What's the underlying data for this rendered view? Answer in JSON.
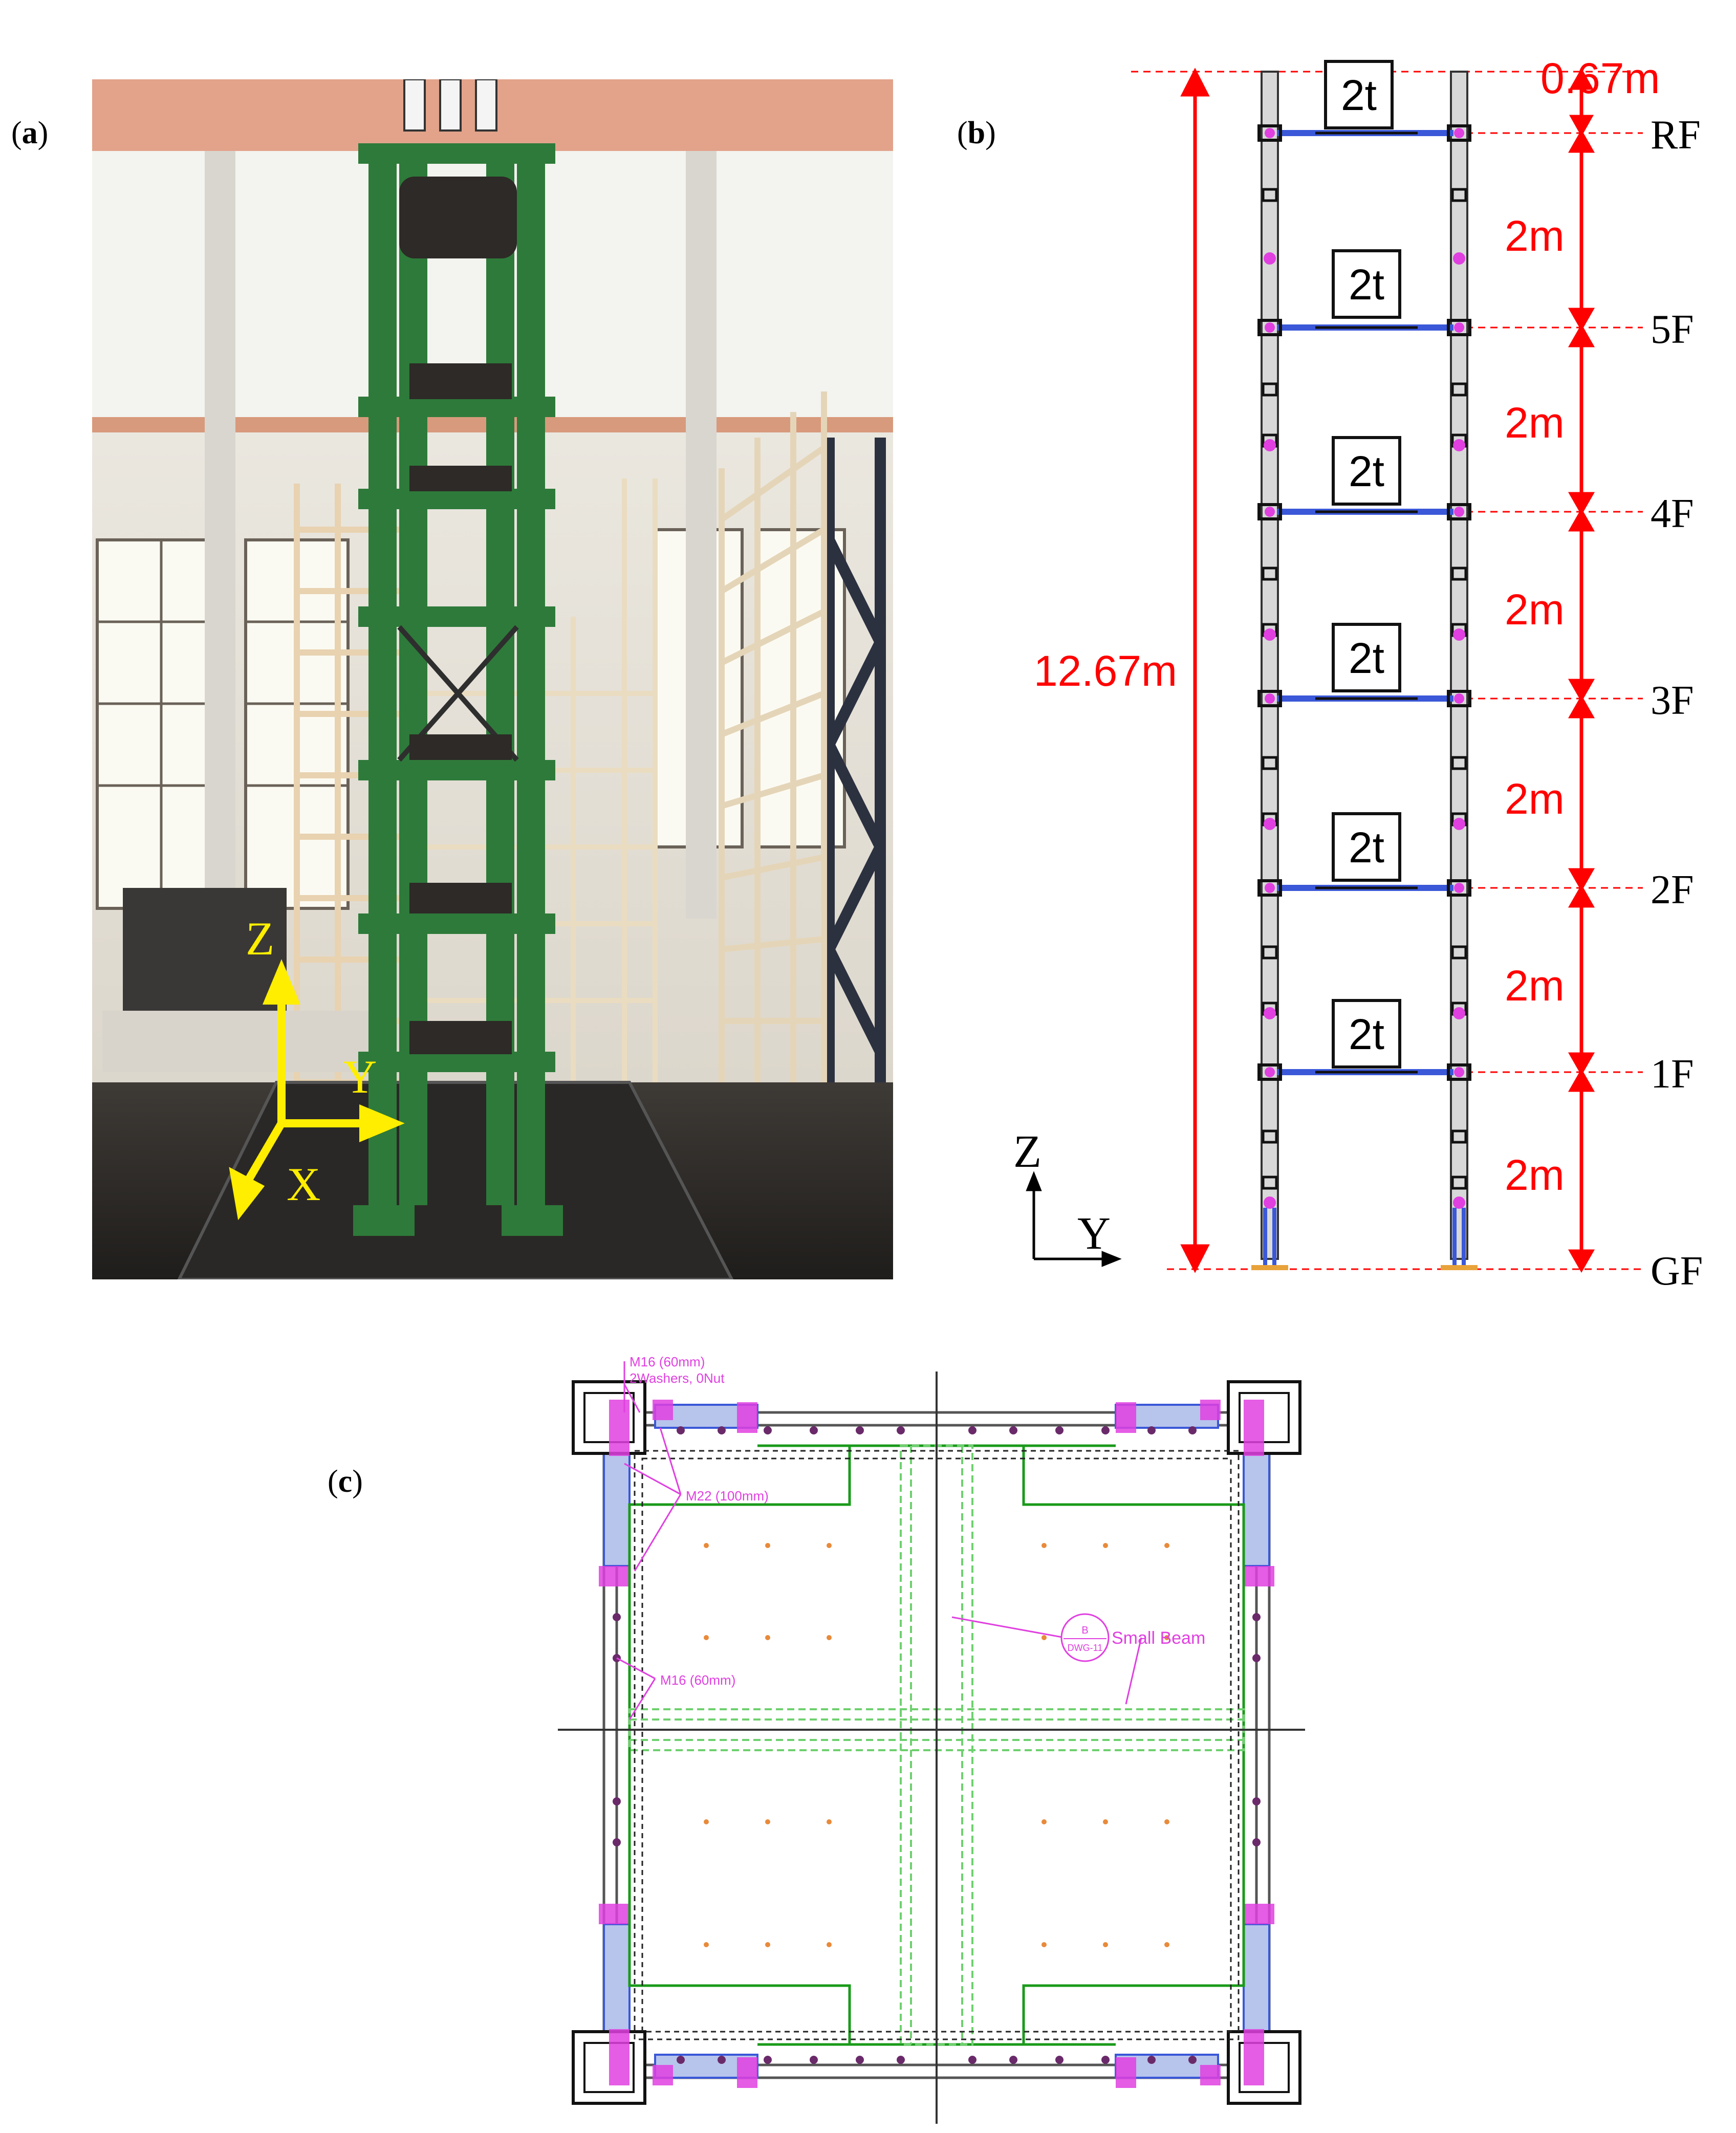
{
  "panels": {
    "a": {
      "label": "a"
    },
    "b": {
      "label": "b"
    },
    "c": {
      "label": "c"
    }
  },
  "photo_axes": {
    "z": "Z",
    "y": "Y",
    "x": "X"
  },
  "elevation": {
    "total_height": "12.67m",
    "top_offset": "0.67m",
    "story_height": "2m",
    "mass_label": "2t",
    "floors": [
      "RF",
      "5F",
      "4F",
      "3F",
      "2F",
      "1F",
      "GF"
    ],
    "axis_z": "Z",
    "axis_y": "Y"
  },
  "plan": {
    "notes": {
      "m16_washers_line1": "M16 (60mm)",
      "m16_washers_line2": "2Washers, 0Nut",
      "m22": "M22 (100mm)",
      "m16": "M16 (60mm)",
      "small_beam": "Small Beam",
      "bubble_top": "B",
      "bubble_bottom": "DWG-11"
    }
  },
  "colors": {
    "annotation_red": "#ff0000",
    "photo_axis_yellow": "#ffee00",
    "frame_green": "#2e7a3a",
    "magenta": "#e040e0",
    "drawing_green": "#1a9a1a"
  }
}
